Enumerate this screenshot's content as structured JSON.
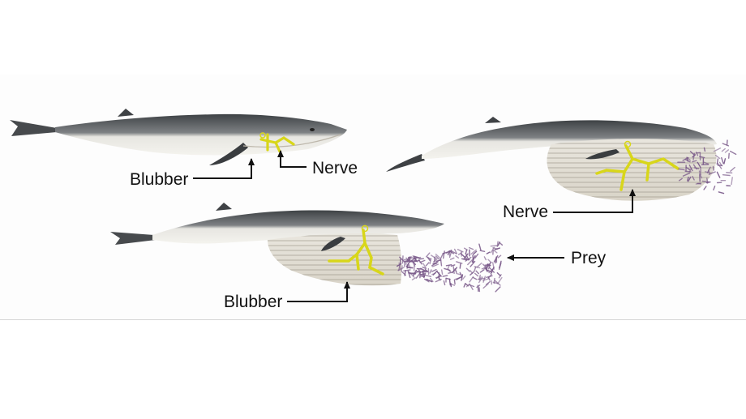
{
  "labels": {
    "whale1_blubber": "Blubber",
    "whale1_nerve": "Nerve",
    "whale2_nerve": "Nerve",
    "whale3_blubber": "Blubber",
    "prey": "Prey"
  },
  "colors": {
    "dorsal": "#55585b",
    "belly": "#f1efe8",
    "throat_pleats": "#c2bcb0",
    "nerve": "#d8d61a",
    "prey_krill": "#7a5a8a",
    "leader_lines": "#111111"
  }
}
